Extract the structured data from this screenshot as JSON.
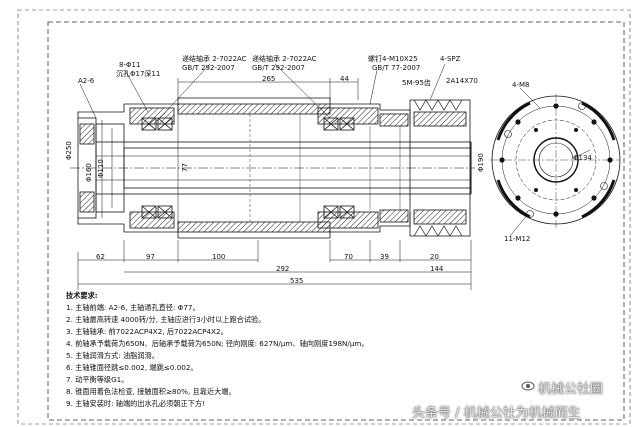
{
  "labels": {
    "bearing_a_1": "递结轴承 2-7022AC",
    "bearing_a_2": "GB/T 292-2007",
    "bearing_b_1": "递结轴承 2-7022AC",
    "bearing_b_2": "GB/T 292-2007",
    "nut_1": "螺钉4-M10X25",
    "nut_2": "GB/T 77-2007",
    "spz": "4-SPZ",
    "key": "5M-95齿",
    "belt": "2A14X70",
    "a2": "A2-6",
    "hole_1": "8-Φ11",
    "hole_2": "沉孔Φ17深11",
    "m8": "4-M8",
    "m12": "11-M12",
    "d134": "Φ134",
    "phi250": "Φ250",
    "phi160": "Φ160",
    "phi110": "Φ110",
    "phi190": "Φ190"
  },
  "dims": {
    "d62": "62",
    "d97": "97",
    "d100": "100",
    "d292": "292",
    "d70": "70",
    "d39": "39",
    "d20": "20",
    "d144": "144",
    "d535": "535",
    "d265": "265",
    "d44": "44",
    "d77": "77"
  },
  "requirements": {
    "title": "技术要求:",
    "lines": [
      "1. 主轴前端: A2-6, 主轴通孔直径: Φ77。",
      "2. 主轴最高转速 4000转/分, 主轴应进行3小时以上跑合试验。",
      "3. 主轴轴承: 前7022ACP4X2, 后7022ACP4X2。",
      "4. 前轴承予载荷为650N、后轴承予载荷为650N; 径向刚度: 627N/μm、轴向刚度198N/μm。",
      "5. 主轴润滑方式: 油脂润滑。",
      "6. 主轴锥面径跳≤0.002, 端跳≤0.002。",
      "7. 动平衡等级G1。",
      "8. 锥面用着色法检查, 接触面积≥80%, 且靠近大端。",
      "9. 主轴安装时: 轴端的出水孔必须朝正下方!"
    ]
  },
  "watermark": {
    "logo": "机械公社圈",
    "text": "头条号 / 机械公社为机械而生"
  }
}
